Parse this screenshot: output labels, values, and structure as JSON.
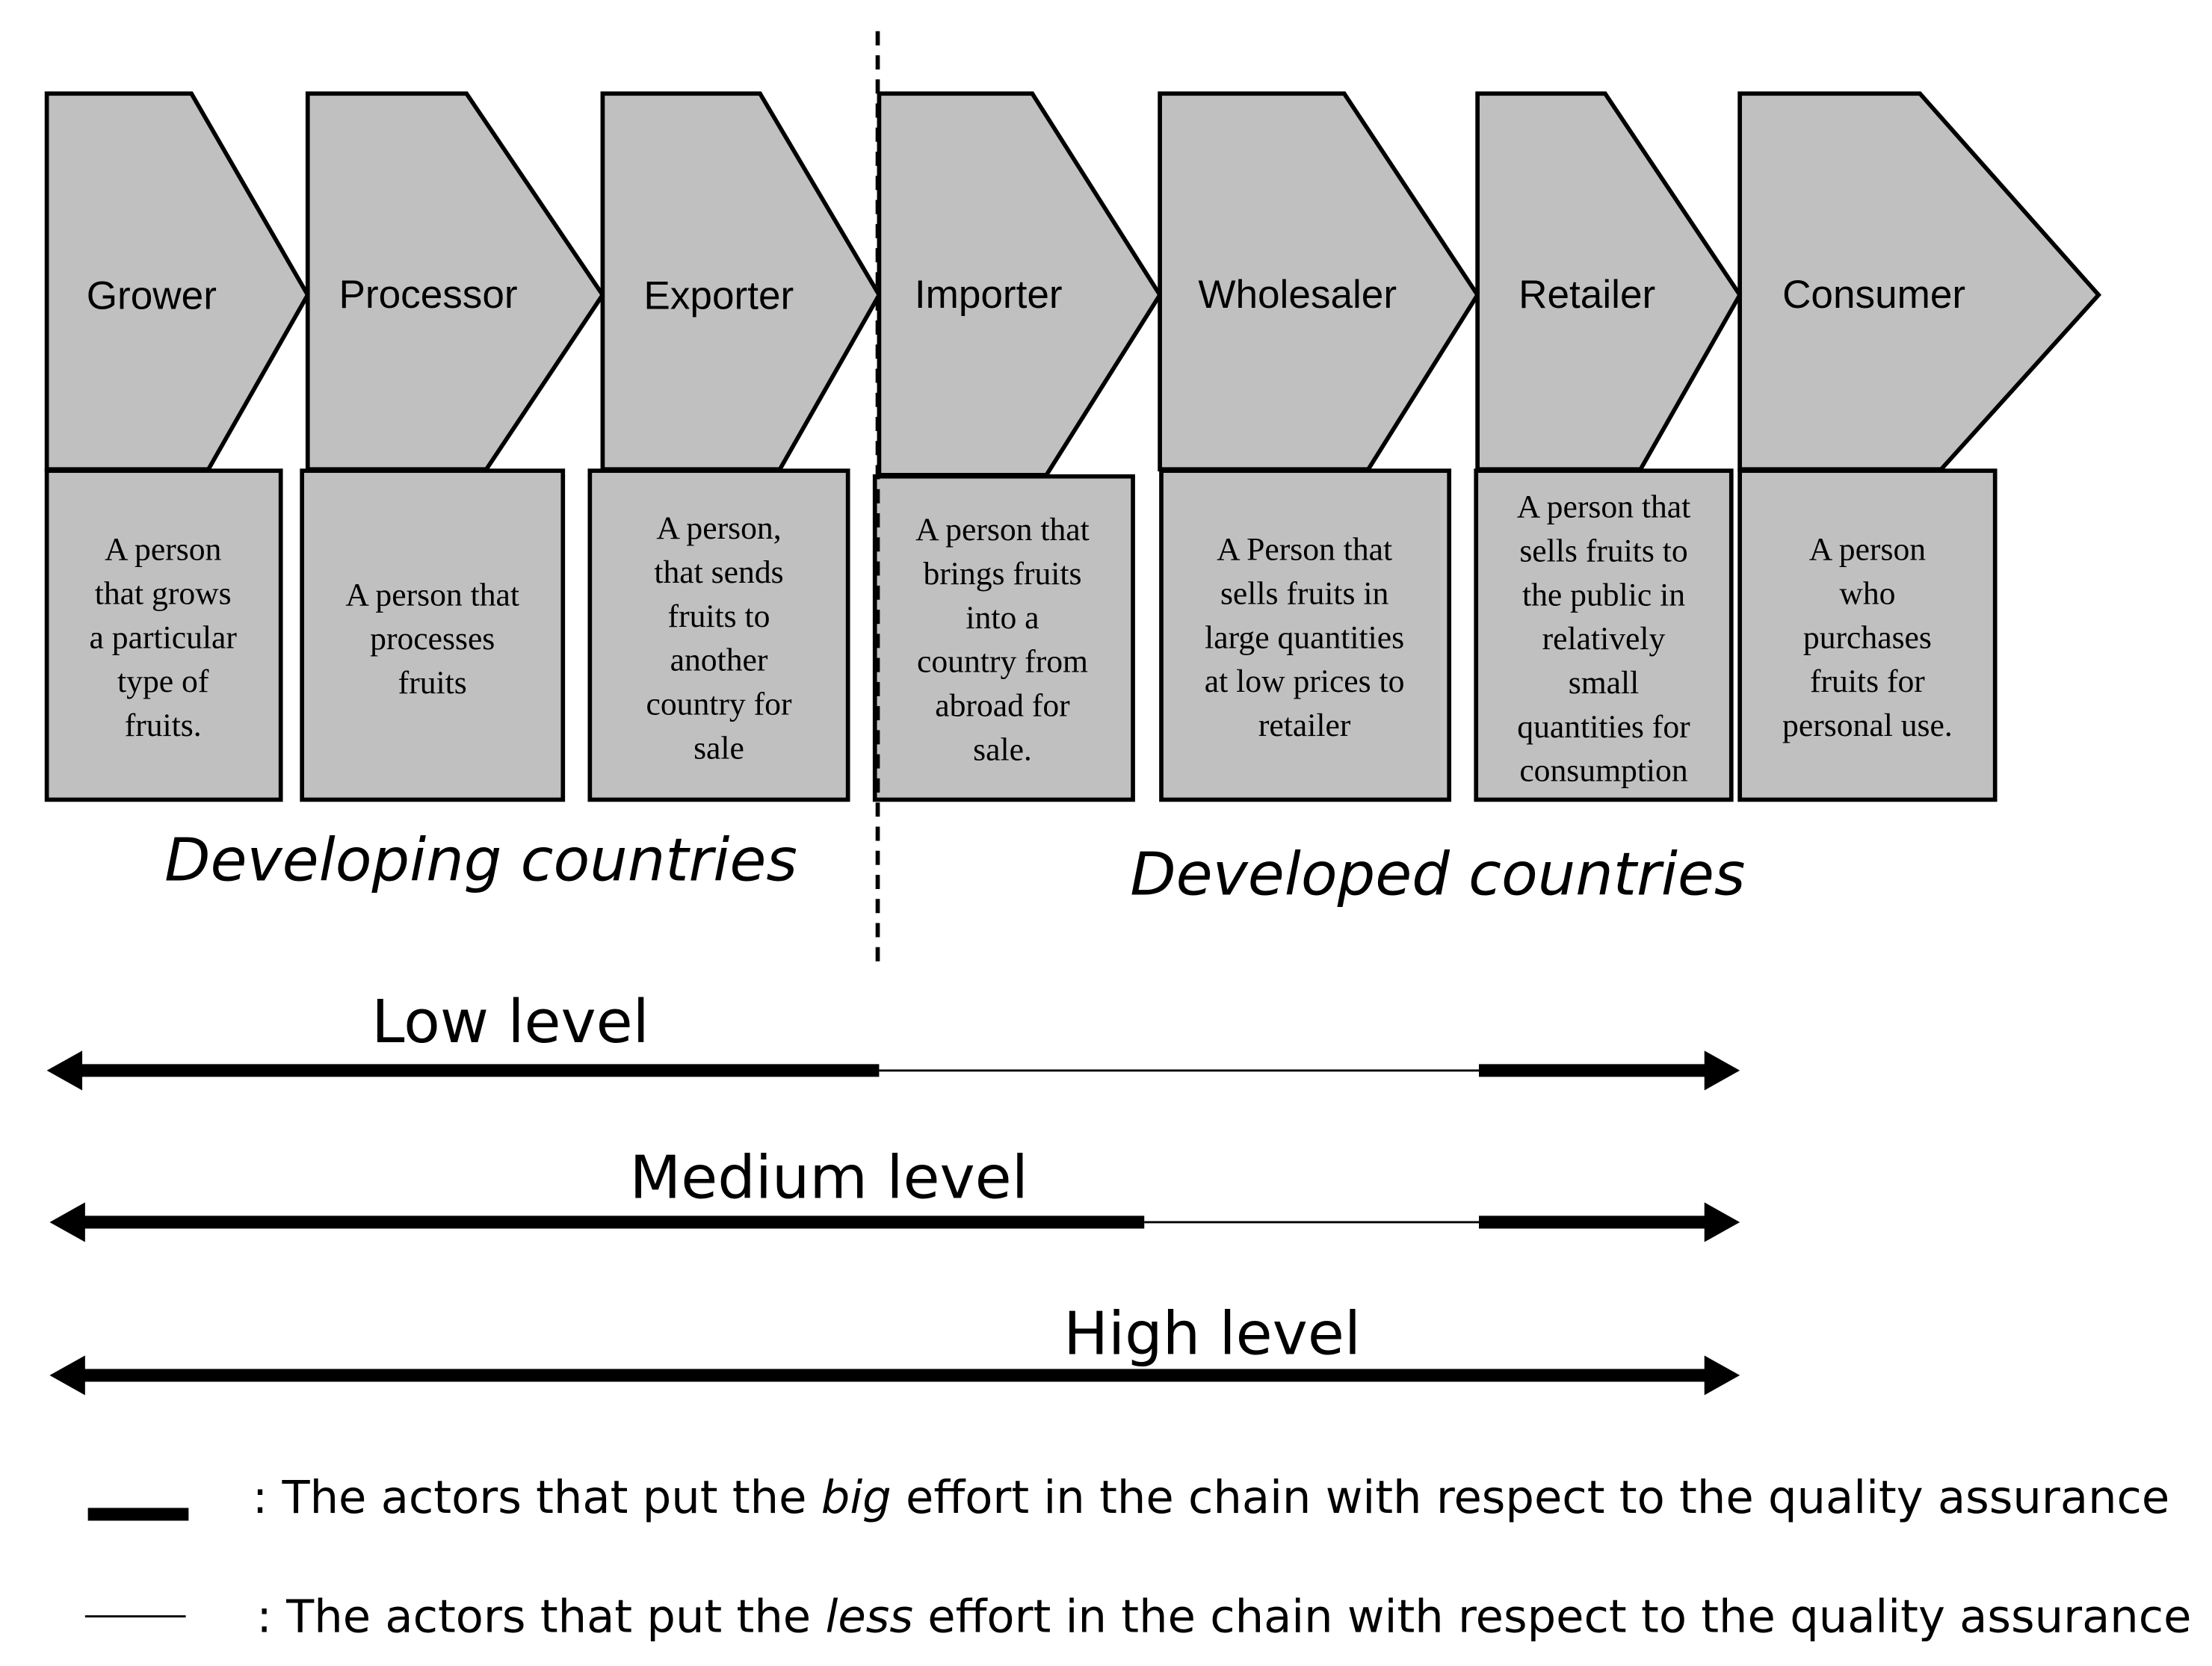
{
  "chain": [
    {
      "role": "Grower",
      "description": [
        "A person",
        "that grows",
        "a particular",
        "type of",
        "fruits."
      ]
    },
    {
      "role": "Processor",
      "description": [
        "A person that",
        "processes",
        "fruits"
      ]
    },
    {
      "role": "Exporter",
      "description": [
        "A person,",
        "that sends",
        "fruits to",
        "another",
        "country for",
        "sale"
      ]
    },
    {
      "role": "Importer",
      "description": [
        "A person that",
        "brings fruits",
        "into a",
        "country from",
        "abroad for",
        "sale."
      ]
    },
    {
      "role": "Wholesaler",
      "description": [
        "A Person that",
        "sells fruits in",
        "large quantities",
        "at low prices to",
        "retailer"
      ]
    },
    {
      "role": "Retailer",
      "description": [
        "A person that",
        "sells fruits to",
        "the public in",
        "relatively",
        "small",
        "quantities for",
        "consumption"
      ]
    },
    {
      "role": "Consumer",
      "description": [
        "A person",
        "who",
        "purchases",
        "fruits for",
        "personal use."
      ]
    }
  ],
  "regions": {
    "developing": "Developing countries",
    "developed": "Developed countries"
  },
  "levels": [
    {
      "label": "Low level"
    },
    {
      "label": "Medium level"
    },
    {
      "label": "High level"
    }
  ],
  "legend": {
    "big_prefix": ": The actors that put the ",
    "big_emphasis": "big",
    "big_suffix": " effort in the chain with respect to the quality assurance",
    "less_prefix": ": The actors that put the ",
    "less_emphasis": "less",
    "less_suffix": " effort in the chain with respect to the quality assurance"
  },
  "colors": {
    "shape_fill": "#c0c0c0",
    "stroke": "#000000",
    "background": "#ffffff"
  }
}
